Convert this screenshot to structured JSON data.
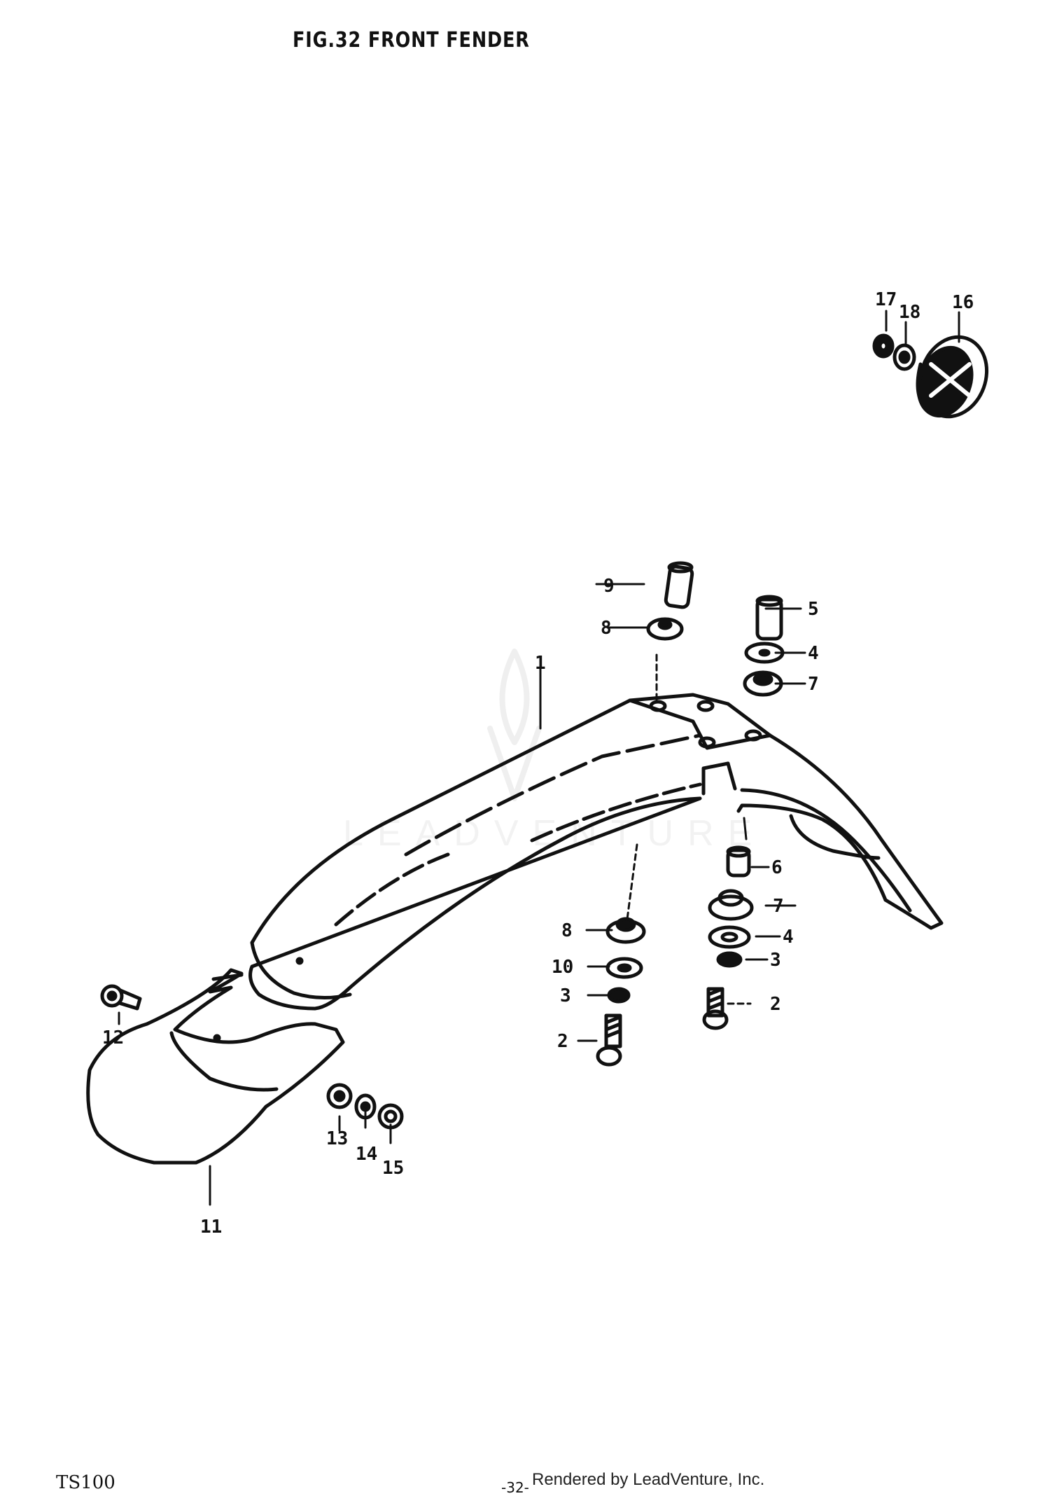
{
  "diagram": {
    "title": "FIG.32  FRONT FENDER",
    "model": "TS100",
    "page_number": "-32-",
    "credit": "Rendered by LeadVenture, Inc.",
    "watermark": "LEADVENTURE",
    "callouts": {
      "c1": "1",
      "c2a": "2",
      "c2b": "2",
      "c3a": "3",
      "c3b": "3",
      "c4a": "4",
      "c4b": "4",
      "c5": "5",
      "c6": "6",
      "c7a": "7",
      "c7b": "7",
      "c8a": "8",
      "c8b": "8",
      "c9": "9",
      "c10": "10",
      "c11": "11",
      "c12": "12",
      "c13": "13",
      "c14": "14",
      "c15": "15",
      "c16": "16",
      "c17": "17",
      "c18": "18"
    }
  }
}
